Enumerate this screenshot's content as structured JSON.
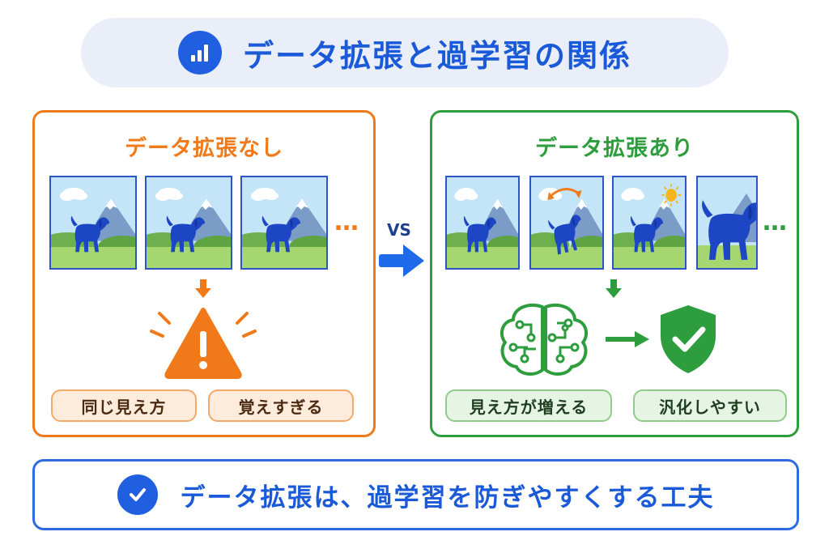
{
  "title": {
    "text": "データ拡張と過学習の関係",
    "icon": "bar-chart-icon"
  },
  "left_panel": {
    "title": "データ拡張なし",
    "ellipsis": "…",
    "tags": [
      "同じ見え方",
      "覚えすぎる"
    ],
    "warning_icon": "warning-triangle-icon",
    "color": "#f07a1a"
  },
  "right_panel": {
    "title": "データ拡張あり",
    "ellipsis": "…",
    "tags": [
      "見え方が増える",
      "汎化しやすい"
    ],
    "icons": [
      "brain-circuit-icon",
      "shield-check-icon"
    ],
    "color": "#2e9d3e"
  },
  "vs": {
    "text": "VS"
  },
  "conclusion": {
    "text": "データ拡張は、過学習を防ぎやすくする工夫",
    "icon": "check-circle-icon"
  },
  "colors": {
    "accent_blue": "#1f5fe0",
    "orange": "#f07a1a",
    "green": "#2e9d3e",
    "dog": "#1c46c4"
  }
}
